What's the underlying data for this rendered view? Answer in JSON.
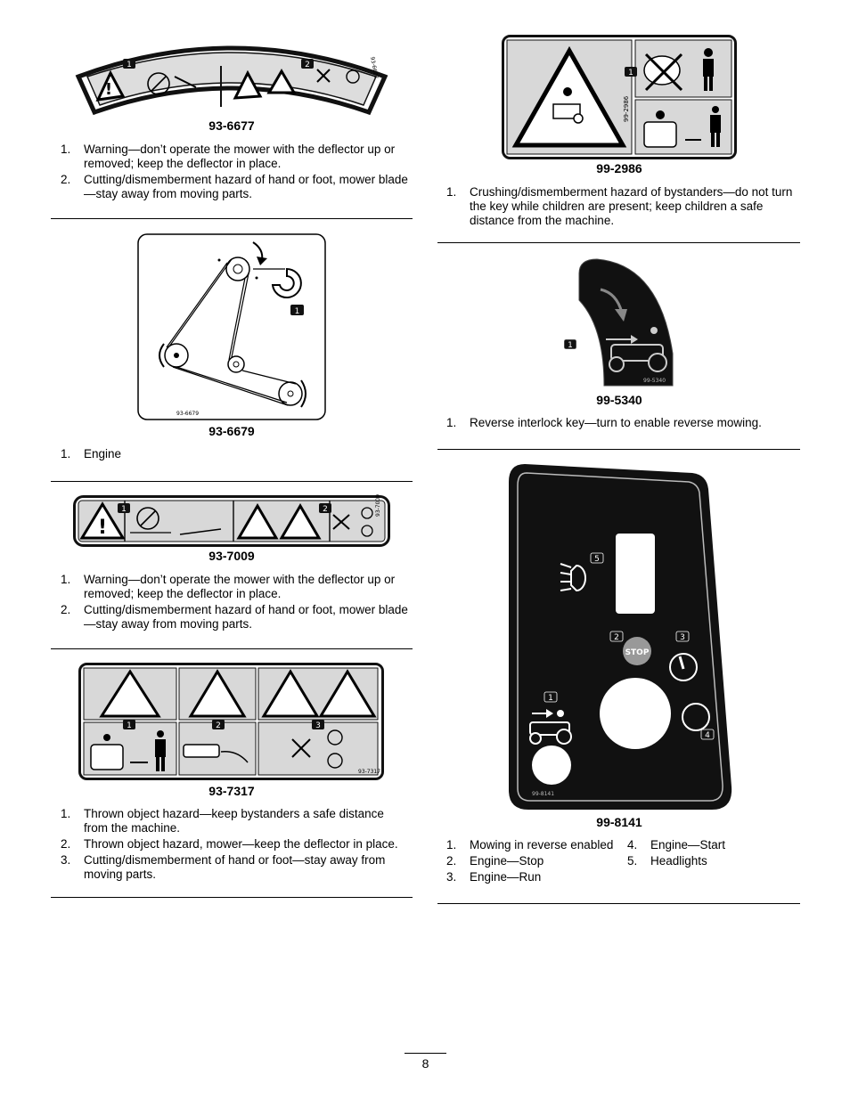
{
  "decals": [
    {
      "part_number": "93-6677",
      "tiny_code": "93-6677",
      "callouts": [
        "1",
        "2"
      ],
      "items": [
        {
          "n": "1.",
          "text": "Warning—don’t operate the mower with the deflector up or removed; keep the deflector in place."
        },
        {
          "n": "2.",
          "text": "Cutting/dismemberment hazard of hand or foot, mower blade—stay away from moving parts."
        }
      ]
    },
    {
      "part_number": "93-6679",
      "tiny_code": "93-6679",
      "callouts": [
        "1"
      ],
      "items": [
        {
          "n": "1.",
          "text": "Engine"
        }
      ]
    },
    {
      "part_number": "93-7009",
      "tiny_code": "93-7009",
      "callouts": [
        "1",
        "2"
      ],
      "items": [
        {
          "n": "1.",
          "text": "Warning—don’t operate the mower with the deflector up or removed; keep the deflector in place."
        },
        {
          "n": "2.",
          "text": "Cutting/dismemberment hazard of hand or foot, mower blade—stay away from moving parts."
        }
      ]
    },
    {
      "part_number": "93-7317",
      "tiny_code": "93-7317",
      "callouts": [
        "1",
        "2",
        "3"
      ],
      "items": [
        {
          "n": "1.",
          "text": "Thrown object hazard—keep bystanders a safe distance from the machine."
        },
        {
          "n": "2.",
          "text": "Thrown object hazard, mower—keep the deflector in place."
        },
        {
          "n": "3.",
          "text": "Cutting/dismemberment of hand or foot—stay away from moving parts."
        }
      ]
    },
    {
      "part_number": "99-2986",
      "tiny_code": "99-2986",
      "callouts": [
        "1"
      ],
      "items": [
        {
          "n": "1.",
          "text": "Crushing/dismemberment hazard of bystanders—do not turn the key while children are present; keep children a safe distance from the machine."
        }
      ]
    },
    {
      "part_number": "99-5340",
      "tiny_code": "99-5340",
      "callouts": [
        "1"
      ],
      "items": [
        {
          "n": "1.",
          "text": "Reverse interlock key—turn to enable reverse mowing."
        }
      ]
    },
    {
      "part_number": "99-8141",
      "tiny_code": "99-8141",
      "stop_text": "STOP",
      "callouts": [
        "1",
        "2",
        "3",
        "4",
        "5"
      ],
      "items_left": [
        {
          "n": "1.",
          "text": "Mowing in reverse enabled"
        },
        {
          "n": "2.",
          "text": "Engine—Stop"
        },
        {
          "n": "3.",
          "text": "Engine—Run"
        }
      ],
      "items_right": [
        {
          "n": "4.",
          "text": "Engine—Start"
        },
        {
          "n": "5.",
          "text": "Headlights"
        }
      ]
    }
  ],
  "page_number": "8"
}
